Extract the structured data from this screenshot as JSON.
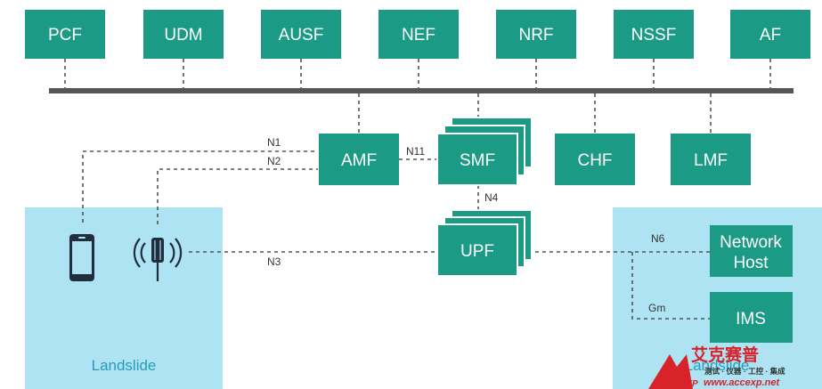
{
  "colors": {
    "box": "#1b9a85",
    "zone": "#ade3f2",
    "bus": "#555555",
    "link": "#555555",
    "zone_text": "#2a9bb9",
    "logo_red": "#d8232a"
  },
  "nf_top": [
    "PCF",
    "UDM",
    "AUSF",
    "NEF",
    "NRF",
    "NSSF",
    "AF"
  ],
  "nodes": {
    "amf": "AMF",
    "smf": "SMF",
    "chf": "CHF",
    "lmf": "LMF",
    "upf": "UPF",
    "network_host": [
      "Network",
      "Host"
    ],
    "ims": "IMS"
  },
  "links": {
    "n1": "N1",
    "n2": "N2",
    "n11": "N11",
    "n4": "N4",
    "n3": "N3",
    "n6": "N6",
    "gm": "Gm"
  },
  "zones": {
    "left": "Landslide",
    "right": "Landslide"
  },
  "watermark": {
    "brand": "艾克赛普",
    "tagline": "测试 · 仪器 · 工控 · 集成",
    "url": "www.accexp.net",
    "mark": "ACCEXP"
  },
  "icons": [
    "smartphone-icon",
    "cell-tower-icon"
  ]
}
